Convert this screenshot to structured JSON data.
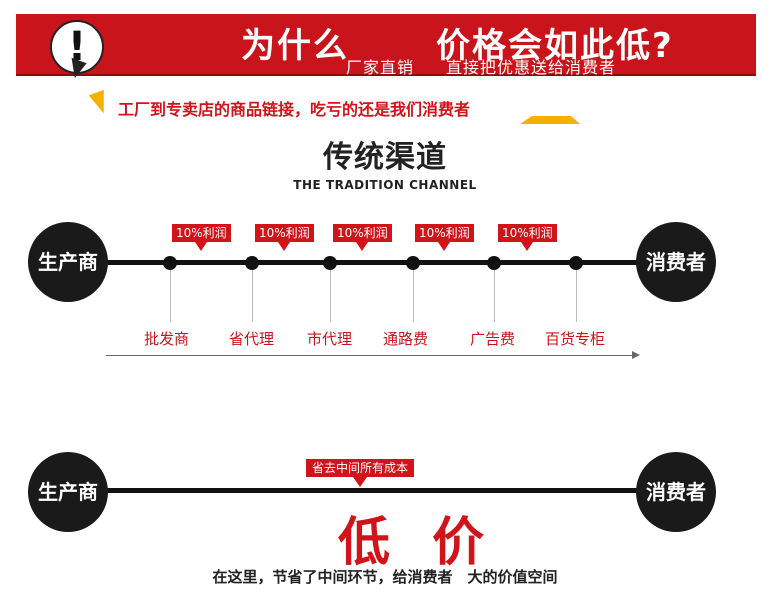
{
  "banner": {
    "badge": "!",
    "title_left": "为什么",
    "title_right": "价格会如此低?",
    "sub_left": "厂家直销",
    "sub_right": "直接把优惠送给消费者"
  },
  "slogan": "工厂到专卖店的商品链接，吃亏的还是我们消费者",
  "traditional": {
    "title": "传统渠道",
    "subtitle": "THE TRADITION CHANNEL",
    "producer": "生产商",
    "consumer": "消费者",
    "profit_label": "10%利润",
    "profits": [
      "10%利润",
      "10%利润",
      "10%利润",
      "10%利润",
      "10%利润"
    ],
    "stages": [
      "批发商",
      "省代理",
      "市代理",
      "通路费",
      "广告费",
      "百货专柜"
    ]
  },
  "direct": {
    "producer": "生产商",
    "consumer": "消费者",
    "save_label": "省去中间所有成本",
    "low_char1": "低",
    "low_char2": "价",
    "bottom_text": "在这里，节省了中间环节，给消费者　大的价值空间"
  },
  "colors": {
    "accent": "#c8141a",
    "dark": "#1a1a1a",
    "highlight": "#f6b100"
  }
}
